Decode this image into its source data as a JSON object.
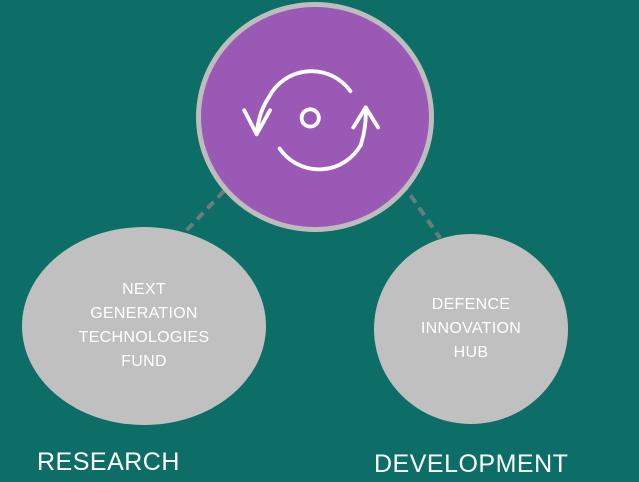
{
  "diagram": {
    "hub": {
      "icon": "refresh-cycle-icon"
    },
    "nodes": [
      {
        "lines": [
          "NEXT",
          "GENERATION",
          "TECHNOLOGIES",
          "FUND"
        ],
        "caption": "RESEARCH"
      },
      {
        "lines": [
          "DEFENCE",
          "INNOVATION",
          "HUB"
        ],
        "caption": "DEVELOPMENT"
      }
    ]
  },
  "colors": {
    "background": "#0d6e67",
    "hub_fill": "#9b59b6",
    "hub_border": "#bdbdbd",
    "node_fill": "#c0c0c0",
    "connector": "#6b7c7a",
    "text": "#ffffff"
  }
}
